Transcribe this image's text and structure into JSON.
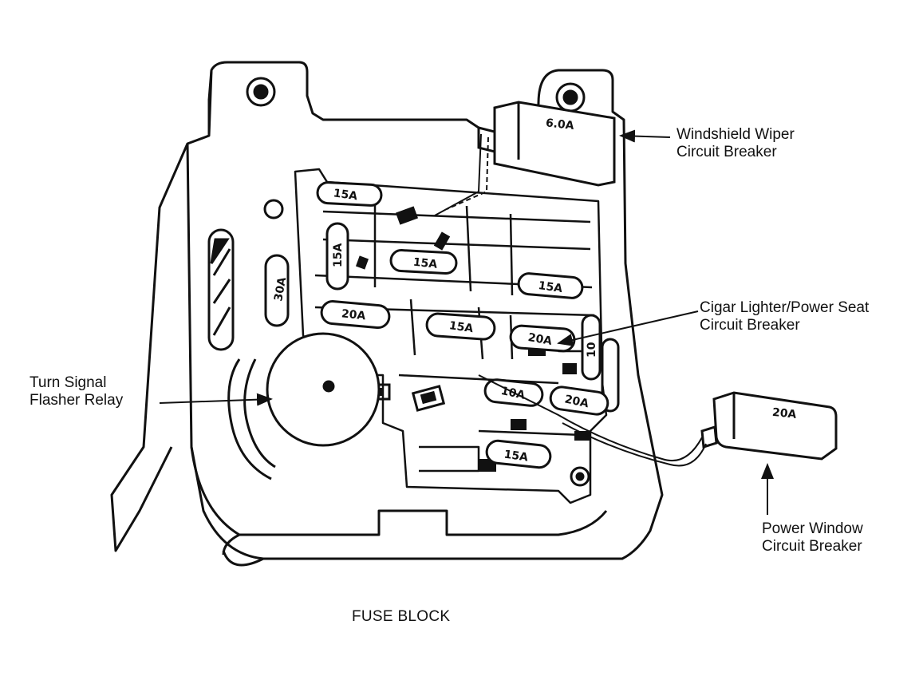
{
  "diagram": {
    "caption": "FUSE BLOCK",
    "callouts": {
      "windshield_wiper": {
        "line1": "Windshield Wiper",
        "line2": "Circuit Breaker"
      },
      "cigar_lighter": {
        "line1": "Cigar Lighter/Power Seat",
        "line2": "Circuit Breaker"
      },
      "turn_signal": {
        "line1": "Turn Signal",
        "line2": "Flasher Relay"
      },
      "power_window": {
        "line1": "Power Window",
        "line2": "Circuit Breaker"
      }
    },
    "breakers": {
      "wiper_rating": "6.0A",
      "power_window_rating": "20A"
    },
    "fuses": {
      "f1": "15A",
      "f2": "15A",
      "f3": "15A",
      "f4": "15A",
      "f5": "30A",
      "f6": "20A",
      "f7": "15A",
      "f8": "20A",
      "f9": "10",
      "f10": "10A",
      "f11": "20A",
      "f12": "15A"
    }
  }
}
